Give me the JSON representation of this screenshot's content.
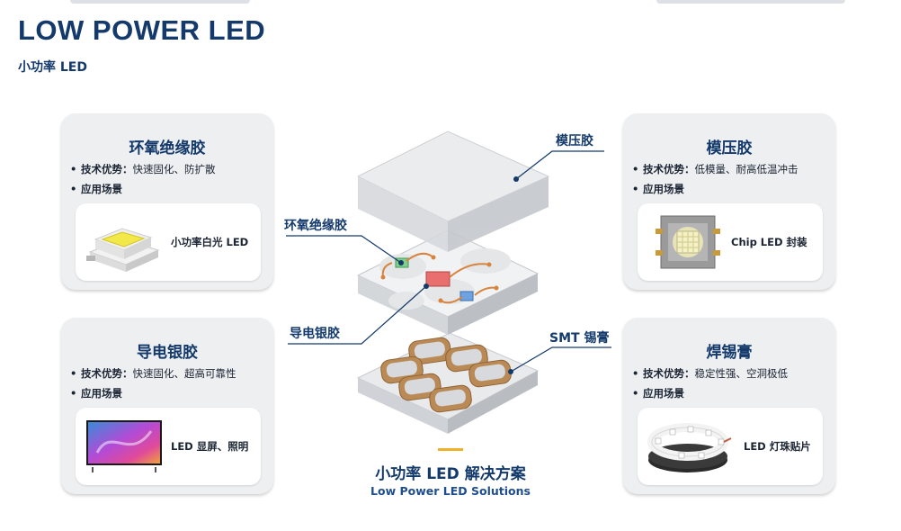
{
  "header": {
    "title": "LOW POWER LED",
    "subtitle": "小功率 LED"
  },
  "cards": {
    "epoxy": {
      "title": "环氧绝缘胶",
      "adv_label": "技术优势：",
      "adv_text": "快速固化、防扩散",
      "app_label": "应用场景",
      "app_item": "小功率白光 LED"
    },
    "silver": {
      "title": "导电银胶",
      "adv_label": "技术优势：",
      "adv_text": "快速固化、超高可靠性",
      "app_label": "应用场景",
      "app_item": "LED 显屏、照明"
    },
    "mold": {
      "title": "模压胶",
      "adv_label": "技术优势：",
      "adv_text": "低模量、耐高低温冲击",
      "app_label": "应用场景",
      "app_item": "Chip LED 封装"
    },
    "solder": {
      "title": "焊锡膏",
      "adv_label": "技术优势：",
      "adv_text": "稳定性强、空洞极低",
      "app_label": "应用场景",
      "app_item": "LED 灯珠贴片"
    }
  },
  "callouts": {
    "mold": "模压胶",
    "epoxy": "环氧绝缘胶",
    "silver": "导电银胶",
    "smt": "SMT 锡膏"
  },
  "footer": {
    "title": "小功率 LED 解决方案",
    "subtitle": "Low Power LED Solutions"
  },
  "colors": {
    "brand": "#143a6b",
    "accent": "#f0b12a",
    "copper": "#c8763a",
    "card_bg": "#eeeff1"
  }
}
